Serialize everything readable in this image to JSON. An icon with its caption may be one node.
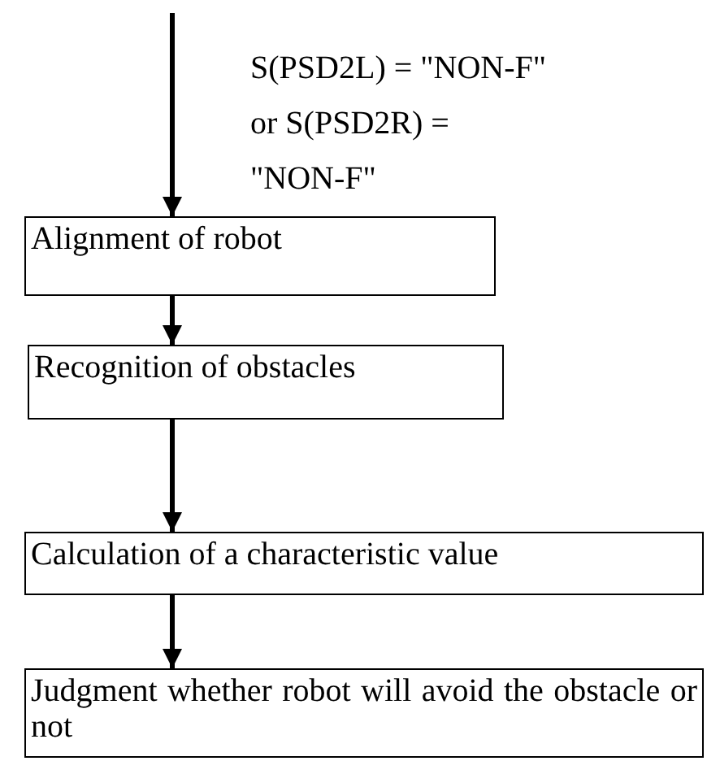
{
  "diagram": {
    "nodes": [
      {
        "text": [
          "Alignment of robot"
        ]
      },
      {
        "text": [
          "Recognition of obstacles"
        ]
      },
      {
        "text": [
          "Calculation of a characteristic value"
        ]
      },
      {
        "text": [
          "Judgment whether robot will avoid the obstacle or not"
        ]
      }
    ],
    "edges": [
      {
        "from": null,
        "to": 0,
        "arrow": "to",
        "label": "S(PSD2L) = \"NON-F\" or S(PSD2R) = \"NON-F\""
      },
      {
        "from": 0,
        "to": 1,
        "arrow": "to"
      },
      {
        "from": 1,
        "to": 2,
        "arrow": "to"
      },
      {
        "from": 2,
        "to": 3,
        "arrow": "to"
      }
    ]
  }
}
